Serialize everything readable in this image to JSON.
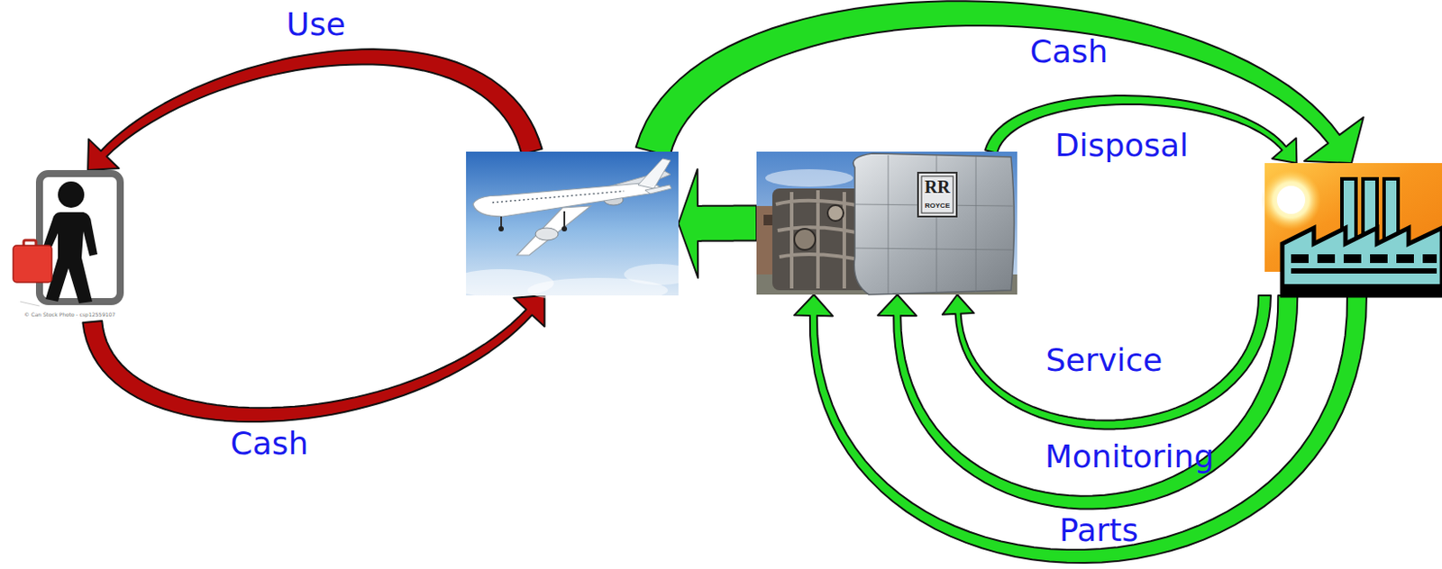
{
  "diagram": {
    "nodes": [
      {
        "text": [
          "© Can Stock Photo - csp12559107"
        ]
      },
      {
        "text": []
      },
      {
        "text": [
          "RR",
          "ROYCE"
        ]
      },
      {
        "text": []
      }
    ],
    "edges": [
      {
        "from": 1,
        "to": 0,
        "arrow": "to",
        "label": "Use"
      },
      {
        "from": 0,
        "to": 1,
        "arrow": "to",
        "label": "Cash"
      },
      {
        "from": 1,
        "to": 3,
        "arrow": "to",
        "label": "Cash"
      },
      {
        "from": 2,
        "to": 3,
        "arrow": "to",
        "label": "Disposal"
      },
      {
        "from": 2,
        "to": 1,
        "arrow": "to"
      },
      {
        "from": 3,
        "to": 2,
        "arrow": "to",
        "label": "Service"
      },
      {
        "from": 3,
        "to": 2,
        "arrow": "to",
        "label": "Monitoring"
      },
      {
        "from": 3,
        "to": 2,
        "arrow": "to",
        "label": "Parts"
      }
    ]
  }
}
